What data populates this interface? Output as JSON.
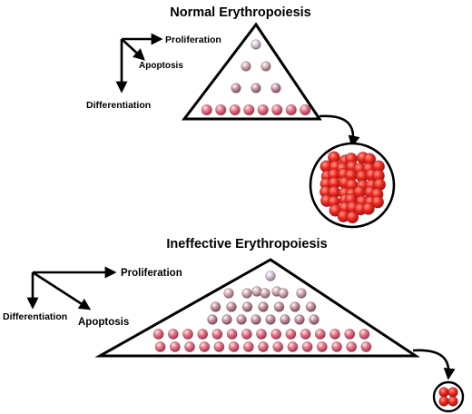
{
  "normal": {
    "title": "Normal Erythropoiesis",
    "axes": {
      "proliferation": "Proliferation",
      "apoptosis": "Apoptosis",
      "differentiation": "Differentiation"
    },
    "rows": [
      1,
      2,
      3,
      8
    ]
  },
  "ineffective": {
    "title": "Ineffective Erythropoiesis",
    "axes": {
      "proliferation": "Proliferation",
      "apoptosis": "Apoptosis",
      "differentiation": "Differentiation"
    },
    "rows": [
      1,
      2,
      5,
      7,
      8,
      15,
      15
    ]
  },
  "colors": {
    "stem_cell": "#b3a6b5",
    "progenitor": "#b58791",
    "precursor": "#ad737e",
    "erythroblast": "#c9506a",
    "erythrocyte": "#e62020"
  }
}
